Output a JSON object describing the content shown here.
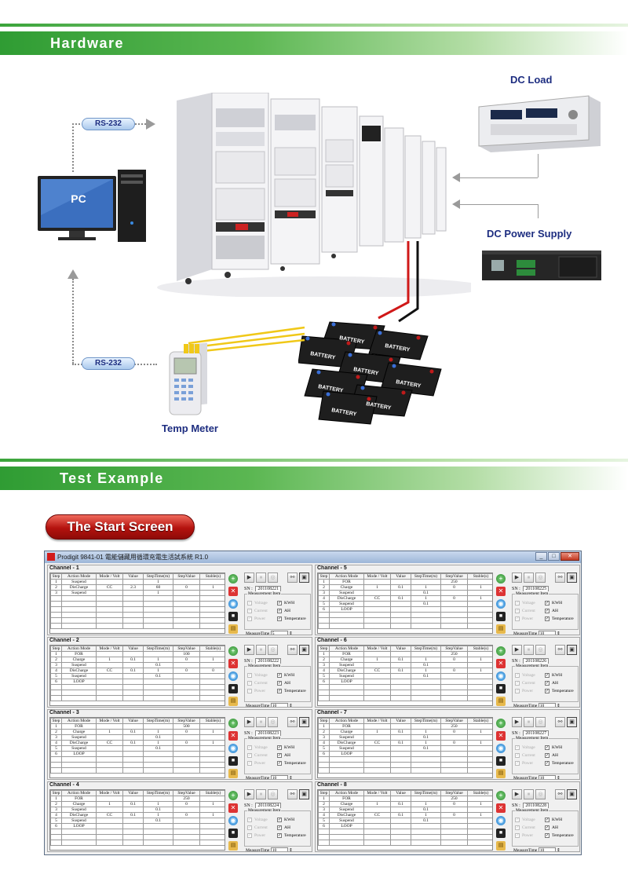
{
  "hardware": {
    "section_title": "Hardware",
    "labels": {
      "dc_load": "DC Load",
      "dc_power_supply": "DC Power Supply",
      "pc": "PC",
      "temp_meter": "Temp Meter",
      "rs232_top": "RS-232",
      "rs232_bottom": "RS-232",
      "battery": "BATTERY"
    }
  },
  "test_example": {
    "section_title": "Test Example",
    "start_screen_label": "The Start Screen"
  },
  "app": {
    "title": "Prodigit 9841-01 電能儲藏用循環充電生活試系統 R1.0",
    "header_cols": [
      "Step",
      "Action Mode",
      "Mode / Volt",
      "Value",
      "StepTime(m)",
      "StepValue",
      "Stable(s)"
    ],
    "measurement_label": "Measurement Item",
    "sn_label": "SN :",
    "measure_time_label": "MeasureTime",
    "items": {
      "voltage": "Voltage",
      "kwh": "KWH",
      "current": "Current",
      "ah": "AH",
      "power": "Power",
      "temperature": "Temperature"
    },
    "channels": [
      {
        "title": "Channel - 1",
        "sn": "201108221",
        "measure_time": "5",
        "rows": [
          [
            "1",
            "Suspend",
            "",
            "",
            "1",
            "",
            ""
          ],
          [
            "2",
            "DisCharge",
            "CC",
            "2.3",
            "60",
            "0",
            "1"
          ],
          [
            "3",
            "Suspend",
            "",
            "",
            "1",
            "",
            ""
          ]
        ]
      },
      {
        "title": "Channel - 5",
        "sn": "201108225",
        "measure_time": "10",
        "rows": [
          [
            "1",
            "FOR",
            "",
            "",
            "",
            "250",
            ""
          ],
          [
            "2",
            "Charge",
            "1",
            "0.1",
            "1",
            "0",
            "1"
          ],
          [
            "3",
            "Suspend",
            "",
            "",
            "0.1",
            "",
            ""
          ],
          [
            "4",
            "DisCharge",
            "CC",
            "0.1",
            "1",
            "0",
            "1"
          ],
          [
            "5",
            "Suspend",
            "",
            "",
            "0.1",
            "",
            ""
          ],
          [
            "6",
            "LOOP",
            "",
            "",
            "",
            "",
            ""
          ]
        ]
      },
      {
        "title": "Channel - 2",
        "sn": "201108222",
        "measure_time": "10",
        "rows": [
          [
            "1",
            "FOR",
            "",
            "",
            "",
            "100",
            ""
          ],
          [
            "2",
            "Charge",
            "1",
            "0.1",
            "1",
            "0",
            "1"
          ],
          [
            "3",
            "Suspend",
            "",
            "",
            "0.1",
            "",
            ""
          ],
          [
            "4",
            "DisCharge",
            "CC",
            "0.1",
            "1",
            "0",
            "0"
          ],
          [
            "5",
            "Suspend",
            "",
            "",
            "0.1",
            "",
            ""
          ],
          [
            "6",
            "LOOP",
            "",
            "",
            "",
            "",
            ""
          ]
        ]
      },
      {
        "title": "Channel - 6",
        "sn": "201108226",
        "measure_time": "10",
        "rows": [
          [
            "1",
            "FOR",
            "",
            "",
            "",
            "250",
            ""
          ],
          [
            "2",
            "Charge",
            "1",
            "0.1",
            "1",
            "0",
            "1"
          ],
          [
            "3",
            "Suspend",
            "",
            "",
            "0.1",
            "",
            ""
          ],
          [
            "4",
            "DisCharge",
            "CC",
            "0.1",
            "1",
            "0",
            "1"
          ],
          [
            "5",
            "Suspend",
            "",
            "",
            "0.1",
            "",
            ""
          ],
          [
            "6",
            "LOOP",
            "",
            "",
            "",
            "",
            ""
          ]
        ]
      },
      {
        "title": "Channel - 3",
        "sn": "201108223",
        "measure_time": "10",
        "rows": [
          [
            "1",
            "FOR",
            "",
            "",
            "",
            "500",
            ""
          ],
          [
            "2",
            "Charge",
            "1",
            "0.1",
            "1",
            "0",
            "1"
          ],
          [
            "3",
            "Suspend",
            "",
            "",
            "0.1",
            "",
            ""
          ],
          [
            "4",
            "DisCharge",
            "CC",
            "0.1",
            "1",
            "0",
            "1"
          ],
          [
            "5",
            "Suspend",
            "",
            "",
            "0.1",
            "",
            ""
          ],
          [
            "6",
            "LOOP",
            "",
            "",
            "",
            "",
            ""
          ]
        ]
      },
      {
        "title": "Channel - 7",
        "sn": "201108227",
        "measure_time": "10",
        "rows": [
          [
            "1",
            "FOR",
            "",
            "",
            "",
            "250",
            ""
          ],
          [
            "2",
            "Charge",
            "1",
            "0.1",
            "1",
            "0",
            "1"
          ],
          [
            "3",
            "Suspend",
            "",
            "",
            "0.1",
            "",
            ""
          ],
          [
            "4",
            "DisCharge",
            "CC",
            "0.1",
            "1",
            "0",
            "1"
          ],
          [
            "5",
            "Suspend",
            "",
            "",
            "0.1",
            "",
            ""
          ],
          [
            "6",
            "LOOP",
            "",
            "",
            "",
            "",
            ""
          ]
        ]
      },
      {
        "title": "Channel - 4",
        "sn": "201108224",
        "measure_time": "10",
        "rows": [
          [
            "1",
            "FOR",
            "",
            "",
            "",
            "250",
            ""
          ],
          [
            "2",
            "Charge",
            "1",
            "0.1",
            "1",
            "0",
            "1"
          ],
          [
            "3",
            "Suspend",
            "",
            "",
            "0.1",
            "",
            ""
          ],
          [
            "4",
            "DisCharge",
            "CC",
            "0.1",
            "1",
            "0",
            "1"
          ],
          [
            "5",
            "Suspend",
            "",
            "",
            "0.1",
            "",
            ""
          ],
          [
            "6",
            "LOOP",
            "",
            "",
            "",
            "",
            ""
          ]
        ]
      },
      {
        "title": "Channel - 8",
        "sn": "201108228",
        "measure_time": "10",
        "rows": [
          [
            "1",
            "FOR",
            "",
            "",
            "",
            "250",
            ""
          ],
          [
            "2",
            "Charge",
            "1",
            "0.1",
            "1",
            "0",
            "1"
          ],
          [
            "3",
            "Suspend",
            "",
            "",
            "0.1",
            "",
            ""
          ],
          [
            "4",
            "DisCharge",
            "CC",
            "0.1",
            "1",
            "0",
            "1"
          ],
          [
            "5",
            "Suspend",
            "",
            "",
            "0.1",
            "",
            ""
          ],
          [
            "6",
            "LOOP",
            "",
            "",
            "",
            "",
            ""
          ]
        ]
      }
    ]
  },
  "colors": {
    "accent_green": "#3aa43a",
    "label_blue": "#1d2d80",
    "pill_red": "#b4120e"
  }
}
